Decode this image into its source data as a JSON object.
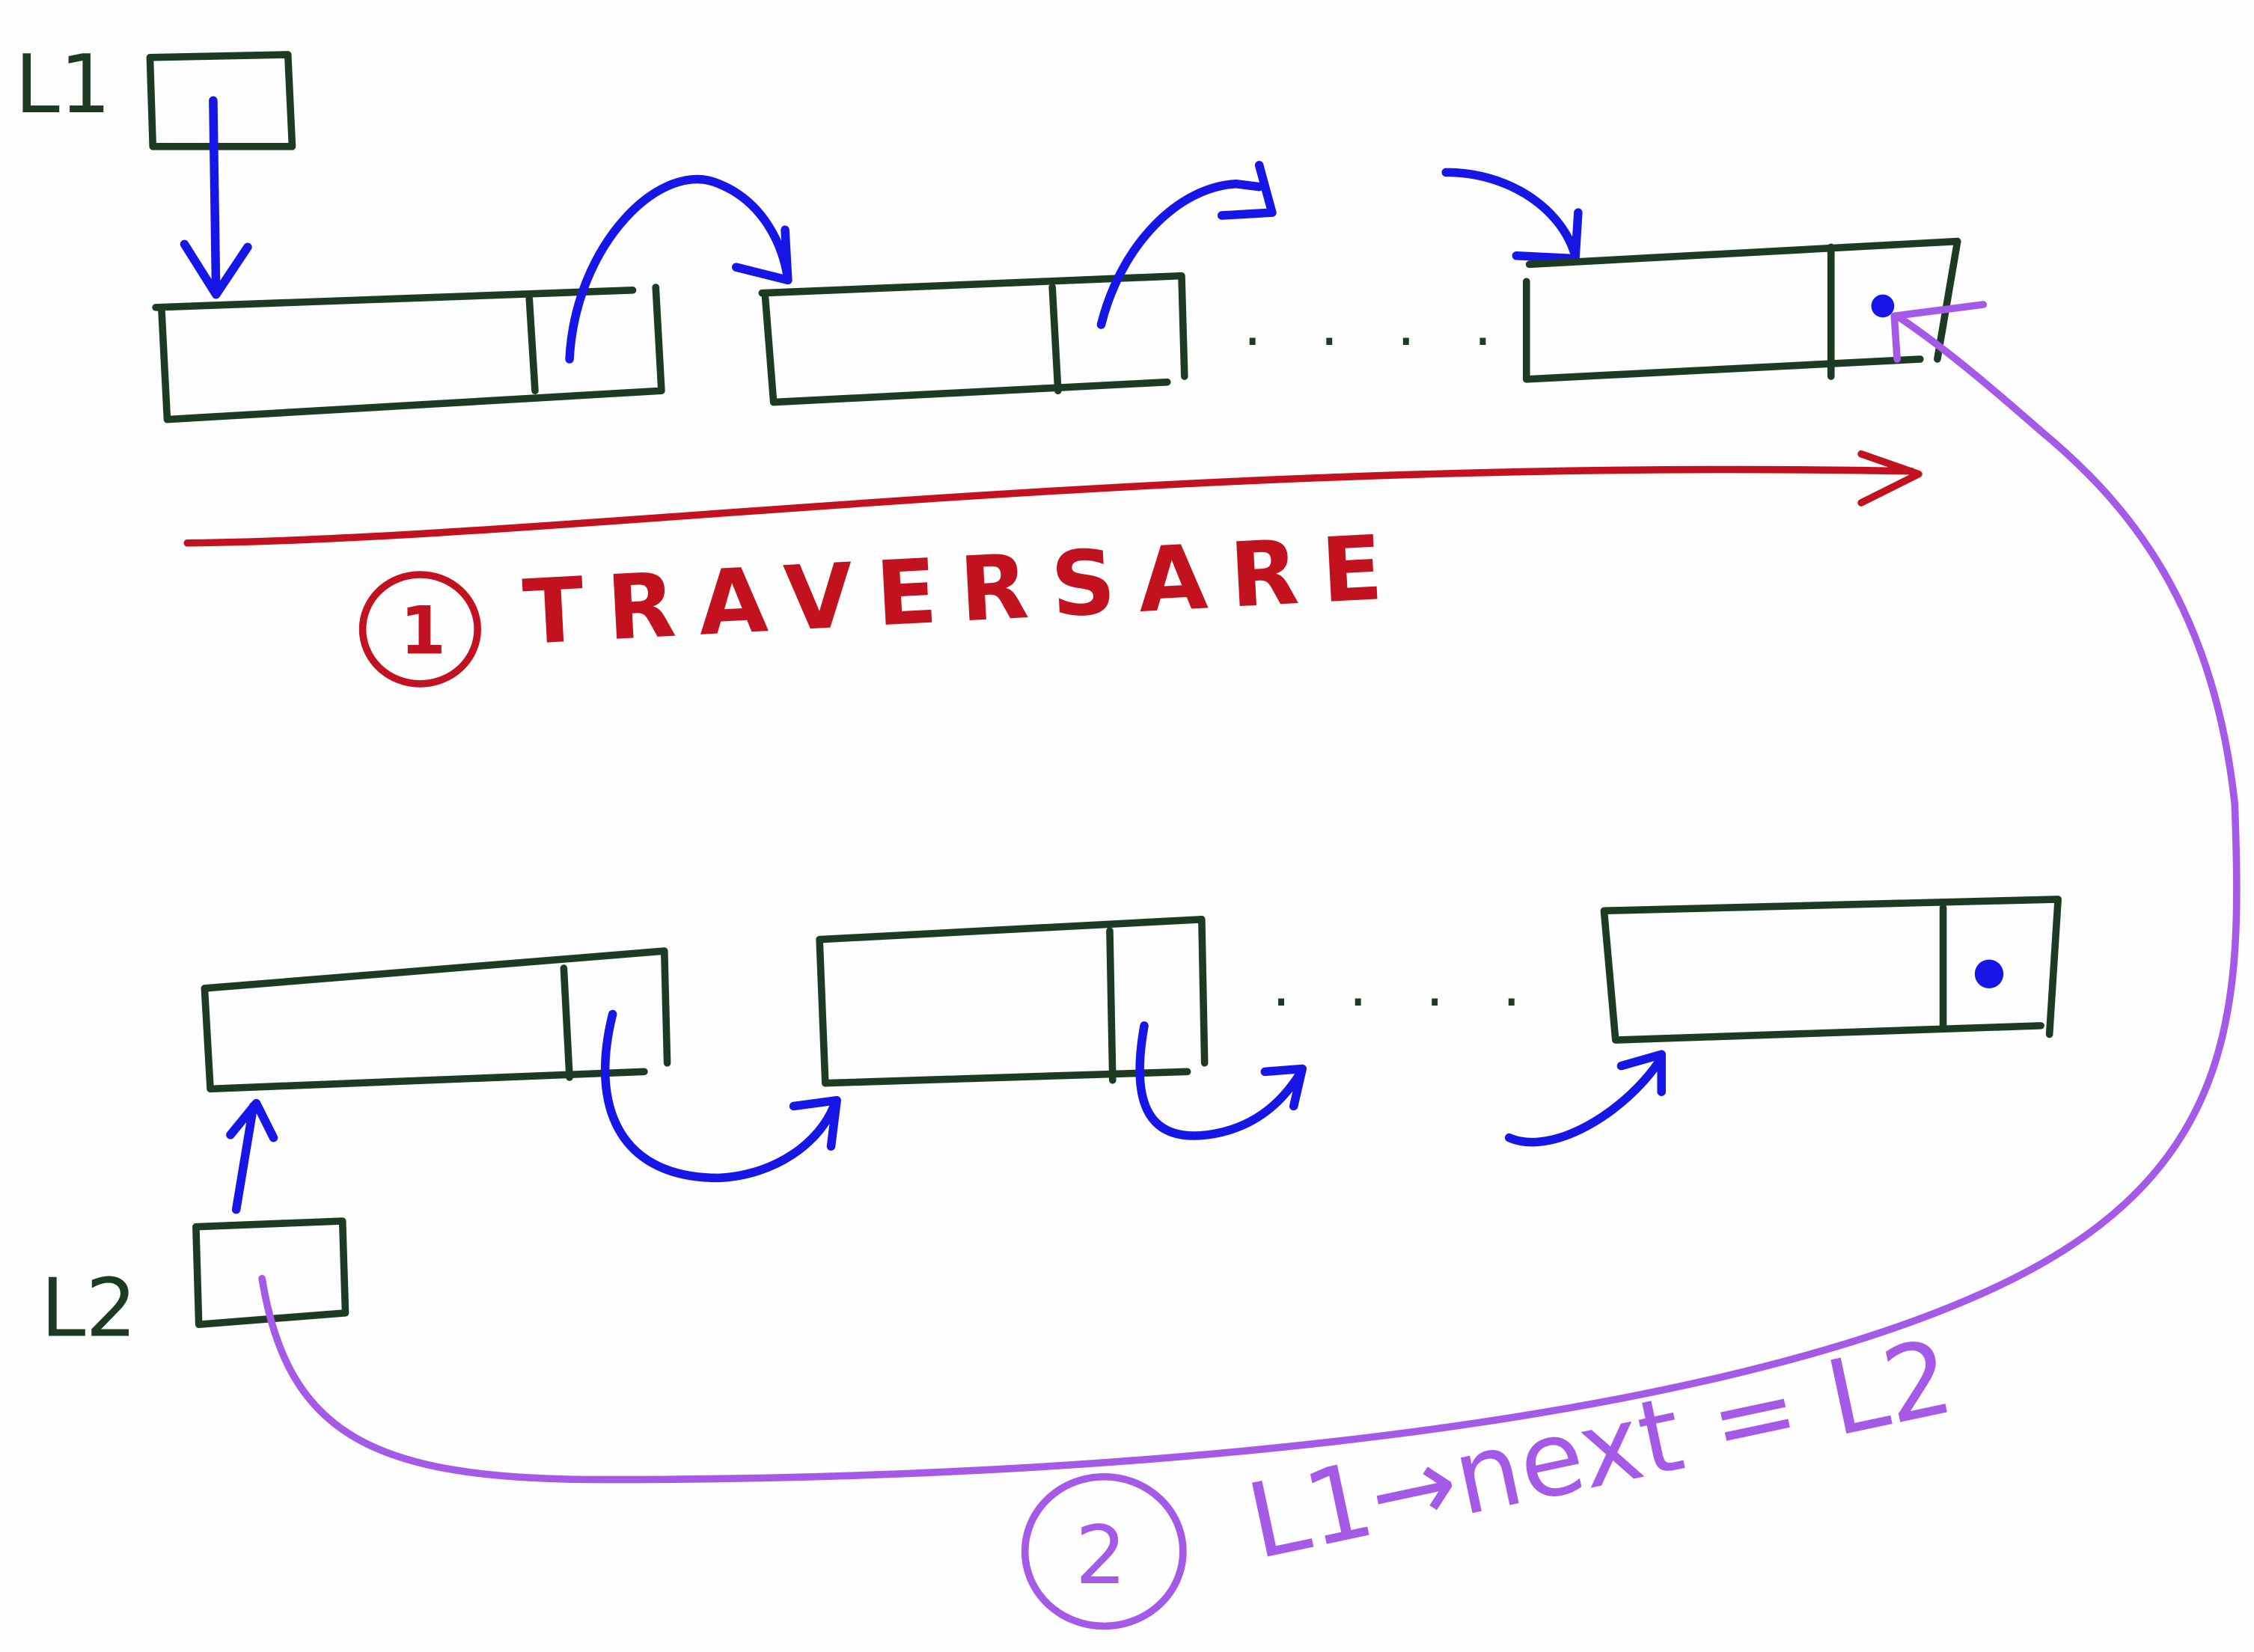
{
  "colors": {
    "node_outline": "#1d3b22",
    "pointer": "#1616e6",
    "traversal": "#c3121f",
    "link": "#a45ae6"
  },
  "list1": {
    "head_label": "L1",
    "ellipsis": ". . . ."
  },
  "list2": {
    "head_label": "L2",
    "ellipsis": ". . . ."
  },
  "step1": {
    "number": "1",
    "label": "TRAVERSARE"
  },
  "step2": {
    "number": "2",
    "label": "L1→next = L2"
  }
}
